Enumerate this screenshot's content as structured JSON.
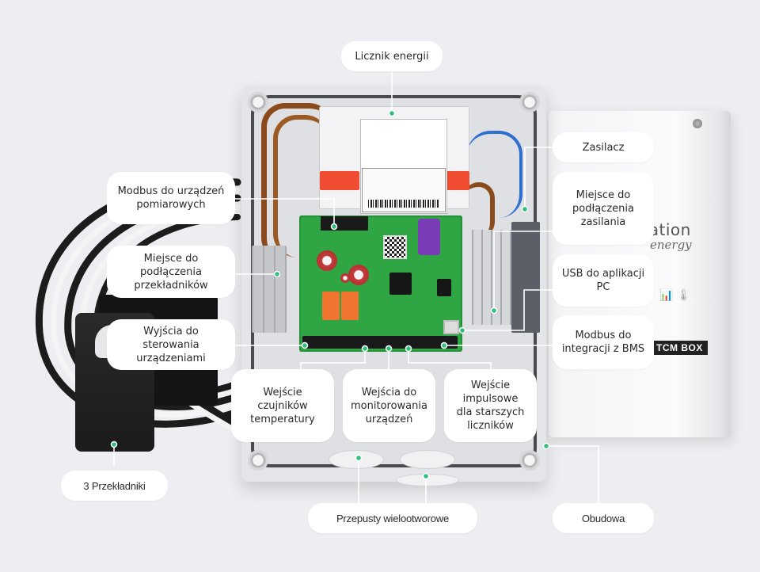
{
  "colors": {
    "background": "#eeeef2",
    "callout_background": "#ffffff",
    "callout_text": "#2a2a2a",
    "marker": "#2fbf7f",
    "leader_line": "#ffffff"
  },
  "product": {
    "cover_brand": "ration",
    "cover_brand_sub": "energy",
    "cover_badge": "TCM BOX",
    "cover_icons": "📊 🌡"
  },
  "callouts": [
    {
      "id": "energy-meter",
      "label": "Licznik energii"
    },
    {
      "id": "modbus-metering",
      "label": "Modbus do urządzeń\npomiarowych"
    },
    {
      "id": "ct-connection",
      "label": "Miejsce do podłączenia\nprzekładników"
    },
    {
      "id": "control-outputs",
      "label": "Wyjścia do sterowania\nurządzeniami"
    },
    {
      "id": "power-supply",
      "label": "Zasilacz"
    },
    {
      "id": "power-connection",
      "label": "Miejsce do\npodłączenia\nzasilania"
    },
    {
      "id": "usb-pc",
      "label": "USB do aplikacji\nPC"
    },
    {
      "id": "modbus-bms",
      "label": "Modbus do\nintegracji z BMS"
    },
    {
      "id": "temperature-inputs",
      "label": "Wejście\nczujników\ntemperatury"
    },
    {
      "id": "monitoring-inputs",
      "label": "Wejścia do\nmonitorowania\nurządzeń"
    },
    {
      "id": "pulse-inputs",
      "label": "Wejście\nimpulsowe\ndla starszych\nliczników"
    },
    {
      "id": "current-transformers",
      "label": "3 Przekładniki"
    },
    {
      "id": "cable-glands",
      "label": "Przepusty wielootworowe"
    },
    {
      "id": "enclosure",
      "label": "Obudowa"
    }
  ]
}
